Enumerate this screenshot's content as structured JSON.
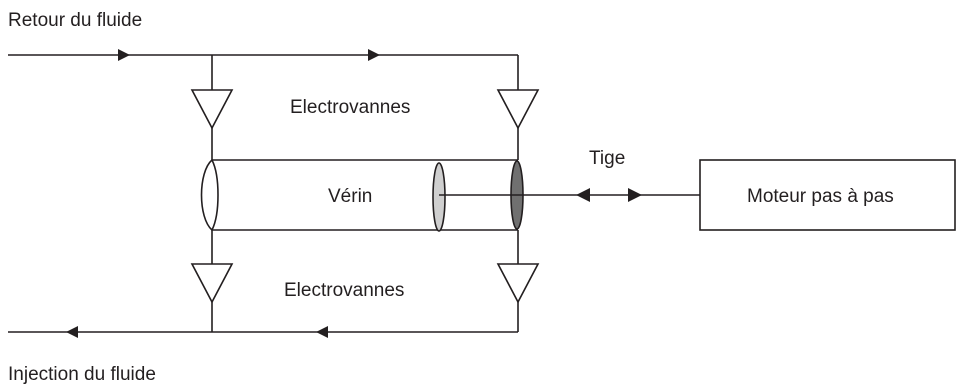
{
  "labels": {
    "return": "Retour du fluide",
    "injection": "Injection du fluide",
    "valves_top": "Electrovannes",
    "valves_bottom": "Electrovannes",
    "cylinder": "Vérin",
    "rod": "Tige",
    "motor": "Moteur pas à pas"
  },
  "colors": {
    "line": "#231f20",
    "piston_left": "#cfcfcf",
    "piston_right": "#707070"
  }
}
